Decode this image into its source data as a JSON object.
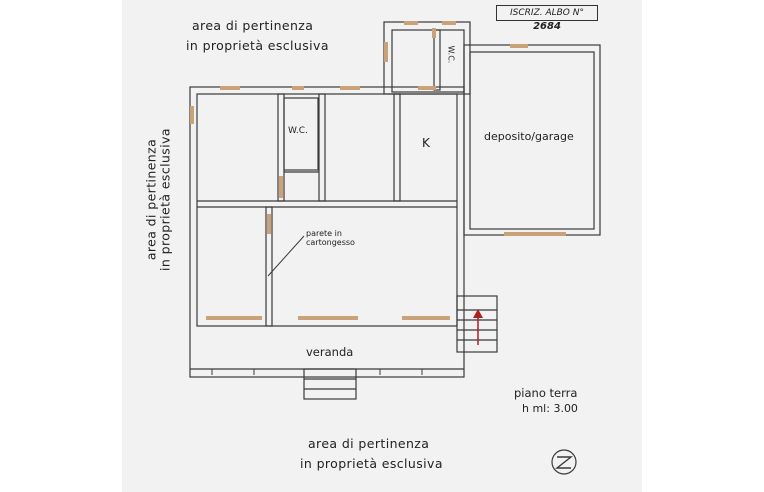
{
  "stamp": {
    "prefix": "ISCRIZ. ALBO N°",
    "number": "2684"
  },
  "top_note": {
    "line1": "area di pertinenza",
    "line2": "in proprietà esclusiva"
  },
  "left_note": {
    "line1": "area di pertinenza",
    "line2": "in proprietà esclusiva"
  },
  "bottom_note": {
    "line1": "area di pertinenza",
    "line2": "in proprietà esclusiva"
  },
  "rooms": {
    "wc1": "W.C.",
    "wc2": "W.C.",
    "kitchen": "K",
    "garage": "deposito/garage",
    "veranda": "veranda"
  },
  "partition_note": {
    "line1": "parete in",
    "line2": "cartongesso"
  },
  "floor": {
    "name": "piano terra",
    "height": "h  ml: 3.00"
  },
  "colors": {
    "wall": "#3a3a3a",
    "window": "#c9a27a",
    "paper": "#f2f2f2",
    "arrow": "#b02020"
  }
}
